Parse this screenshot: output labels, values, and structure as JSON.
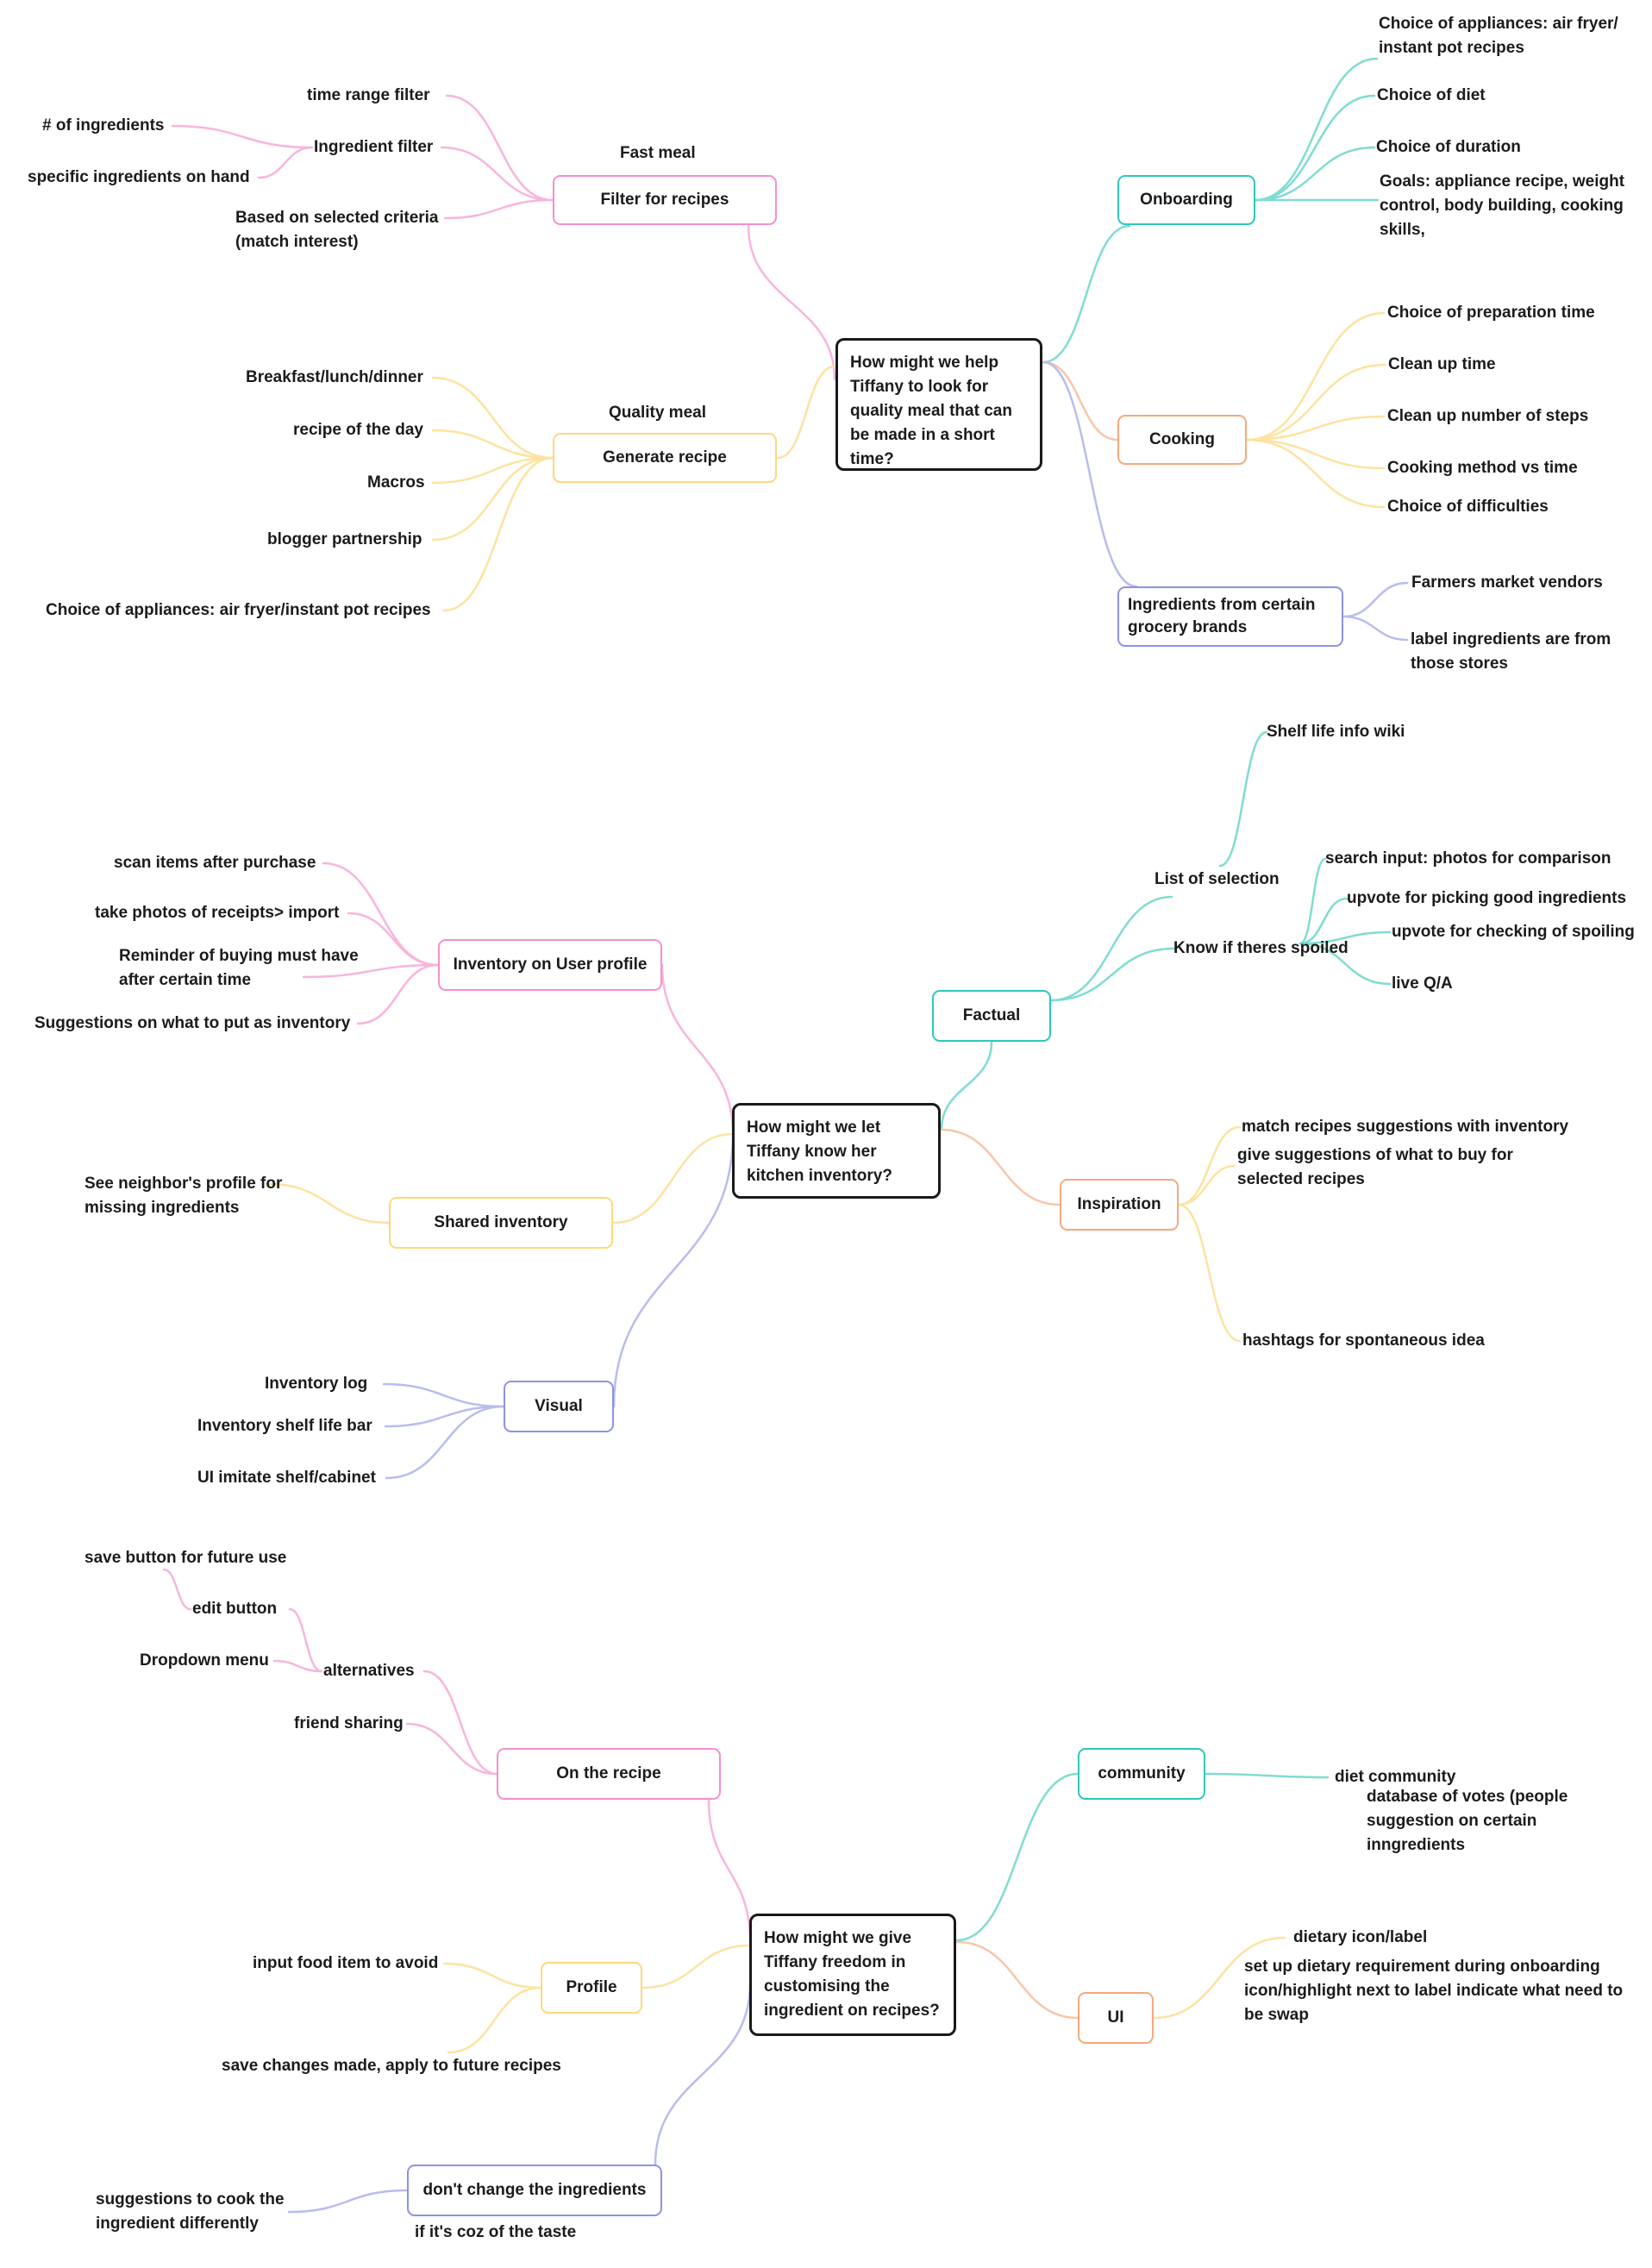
{
  "colors": {
    "pink": "#f48fcf",
    "yellow": "#fcd97c",
    "teal": "#2ec8bb",
    "orange": "#f5a97f",
    "purple": "#8d92e6",
    "pink_line": "#f8b5dd",
    "yellow_line": "#fde3a0",
    "teal_line": "#7fdcd3",
    "orange_line": "#f8c6a8",
    "purple_line": "#b9bcef"
  },
  "map1": {
    "root": "How might we help Tiffany to look for quality meal that can be made in a short time?",
    "filter": {
      "caption": "Fast meal",
      "label": "Filter for recipes",
      "items": [
        "time range filter",
        "Ingredient filter",
        "Based on selected criteria (match interest)"
      ],
      "sub_items": [
        "# of ingredients",
        "specific ingredients on hand"
      ]
    },
    "generate": {
      "caption": "Quality meal",
      "label": "Generate recipe",
      "items": [
        "Breakfast/lunch/dinner",
        "recipe of the day",
        "Macros",
        "blogger partnership",
        "Choice of appliances: air fryer/instant pot recipes"
      ]
    },
    "onboarding": {
      "label": "Onboarding",
      "items": [
        "Choice of appliances: air fryer/ instant pot recipes",
        "Choice of diet",
        "Choice of duration",
        "Goals: appliance recipe, weight control, body building, cooking skills,"
      ]
    },
    "cooking": {
      "label": "Cooking",
      "items": [
        "Choice of preparation time",
        "Clean up time",
        "Clean up number of steps",
        "Cooking method vs time",
        "Choice of difficulties"
      ]
    },
    "ingredients": {
      "label": "Ingredients from certain grocery brands",
      "items": [
        "Farmers market vendors",
        "label ingredients are from those stores"
      ]
    }
  },
  "map2": {
    "root": "How might we let Tiffany know her kitchen inventory?",
    "inventory": {
      "label": "Inventory on User profile",
      "items": [
        "scan items after purchase",
        "take photos of receipts> import",
        "Reminder of buying must have after certain time",
        "Suggestions on what to put as inventory"
      ]
    },
    "shared": {
      "label": "Shared inventory",
      "items": [
        "See neighbor's profile for missing ingredients"
      ]
    },
    "visual": {
      "label": "Visual",
      "items": [
        "Inventory log",
        "Inventory shelf life bar",
        "UI imitate shelf/cabinet"
      ]
    },
    "factual": {
      "label": "Factual",
      "items": [
        "List of selection",
        "Know if theres spoiled"
      ],
      "list_sub": [
        "Shelf life info wiki"
      ],
      "spoiled_sub": [
        "search input: photos for comparison",
        "upvote for picking good ingredients",
        "upvote for checking of spoiling",
        "live Q/A"
      ]
    },
    "inspiration": {
      "label": "Inspiration",
      "items": [
        "match recipes suggestions with inventory",
        "give suggestions of what to buy for selected recipes",
        "hashtags for spontaneous idea"
      ]
    }
  },
  "map3": {
    "root": "How might we give Tiffany freedom in customising the ingredient on recipes?",
    "recipe": {
      "label": "On the recipe",
      "items": [
        "alternatives",
        "friend sharing"
      ],
      "alt_sub": [
        "edit button",
        "Dropdown menu"
      ],
      "edit_sub": [
        "save button for future use"
      ]
    },
    "profile": {
      "label": "Profile",
      "items": [
        "input food item to avoid",
        "save changes made, apply to future recipes"
      ]
    },
    "dont": {
      "label": "don't change the ingredients",
      "caption": "if it's coz of the taste",
      "items": [
        "suggestions to cook the ingredient differently"
      ]
    },
    "community": {
      "label": "community",
      "items": [
        "diet community",
        "database of votes (people suggestion on certain inngredients"
      ]
    },
    "ui": {
      "label": "UI",
      "items": [
        "dietary icon/label",
        "set up dietary requirement during onboarding icon/highlight next to label indicate what need to be swap"
      ]
    }
  }
}
